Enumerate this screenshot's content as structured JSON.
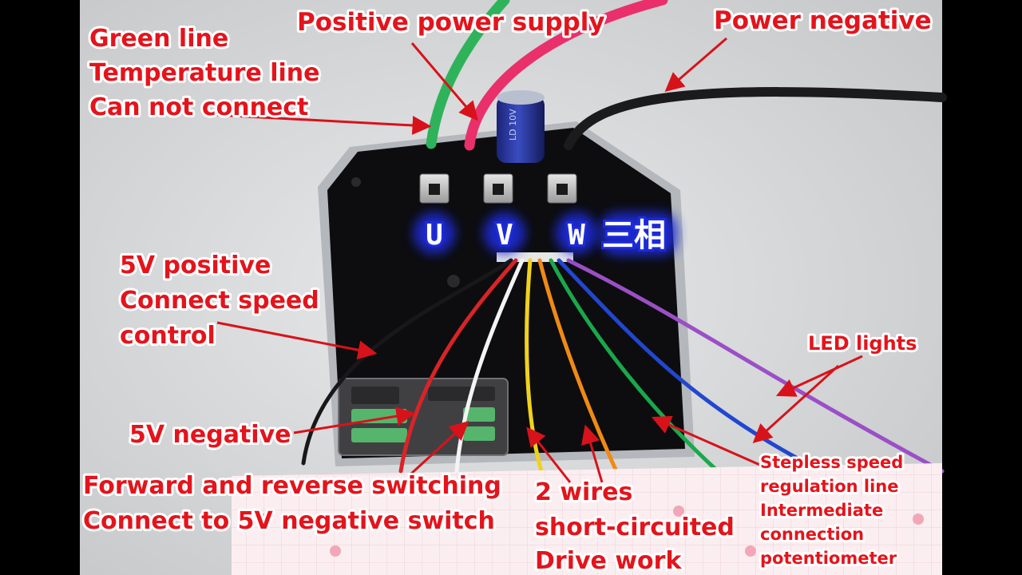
{
  "labels": {
    "positive_power_supply": "Positive power supply",
    "power_negative": "Power negative",
    "green_line_1": "Green line",
    "green_line_2": "Temperature line",
    "green_line_3": "Can not connect",
    "uvw_u": "U",
    "uvw_v": "V",
    "uvw_w": "W",
    "uvw_three_phase": "三相",
    "five_v_positive_1": "5V positive",
    "five_v_positive_2": "Connect speed",
    "five_v_positive_3": "control",
    "led_lights": "LED lights",
    "five_v_negative": "5V negative",
    "forward_reverse_1": "Forward and reverse switching",
    "forward_reverse_2": "Connect to 5V negative switch",
    "two_wires_1": "2 wires",
    "two_wires_2": "short-circuited",
    "two_wires_3": "Drive work",
    "stepless_1": "Stepless speed",
    "stepless_2": "regulation line",
    "stepless_3": "Intermediate",
    "stepless_4": "connection",
    "stepless_5": "potentiometer"
  },
  "colors": {
    "label_text": "#e4141c",
    "label_outline": "#ffffff",
    "arrow": "#d8121a",
    "phase_glow": "#1c2bd8",
    "board": "#0d0d0f",
    "board_rim": "#b4b8bc",
    "backdrop": "#d6d8da"
  },
  "wires": [
    {
      "name": "green-power-wire",
      "color": "#2fb35a"
    },
    {
      "name": "red-power-wire",
      "color": "#e9306a"
    },
    {
      "name": "black-power-wire",
      "color": "#1b1b1d"
    },
    {
      "name": "black-signal-wire",
      "color": "#18181a"
    },
    {
      "name": "red-signal-wire",
      "color": "#d82428"
    },
    {
      "name": "white-signal-wire",
      "color": "#f4f4f4"
    },
    {
      "name": "yellow-signal-wire",
      "color": "#f0d21c"
    },
    {
      "name": "orange-signal-wire",
      "color": "#f08a16"
    },
    {
      "name": "green-signal-wire",
      "color": "#1aa84a"
    },
    {
      "name": "blue-signal-wire",
      "color": "#2247cf"
    },
    {
      "name": "purple-signal-wire",
      "color": "#9b4fc6"
    }
  ]
}
